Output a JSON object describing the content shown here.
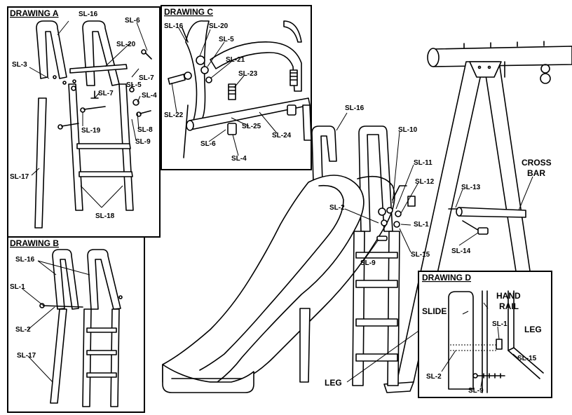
{
  "drawing_a": {
    "title": "DRAWING A",
    "labels": {
      "sl16": "SL-16",
      "sl6": "SL-6",
      "sl3": "SL-3",
      "sl20": "SL-20",
      "sl7a": "SL-7",
      "sl7b": "SL-7",
      "sl5": "SL-5",
      "sl4": "SL-4",
      "sl19": "SL-19",
      "sl8": "SL-8",
      "sl9": "SL-9",
      "sl17": "SL-17",
      "sl18": "SL-18"
    }
  },
  "drawing_b": {
    "title": "DRAWING B",
    "labels": {
      "sl16": "SL-16",
      "sl1": "SL-1",
      "sl2": "SL-2",
      "sl17": "SL-17"
    }
  },
  "drawing_c": {
    "title": "DRAWING C",
    "labels": {
      "sl16": "SL-16",
      "sl20": "SL-20",
      "sl5": "SL-5",
      "sl21": "SL-21",
      "sl23": "SL-23",
      "sl22": "SL-22",
      "sl25": "SL-25",
      "sl24": "SL-24",
      "sl6": "SL-6",
      "sl4": "SL-4"
    }
  },
  "main": {
    "labels": {
      "sl16": "SL-16",
      "sl10": "SL-10",
      "sl11": "SL-11",
      "sl12": "SL-12",
      "sl13": "SL-13",
      "sl2": "SL-2",
      "sl1": "SL-1",
      "sl15": "SL-15",
      "sl9": "SL-9",
      "sl14": "SL-14",
      "cross": "CROSS",
      "bar": "BAR",
      "leg": "LEG"
    }
  },
  "drawing_d": {
    "title": "DRAWING D",
    "labels": {
      "hand": "HAND",
      "rail": "RAIL",
      "slide": "SLIDE",
      "sl1": "SL-1",
      "leg": "LEG",
      "sl15": "SL-15",
      "sl2": "SL-2",
      "sl9": "SL-9"
    }
  }
}
